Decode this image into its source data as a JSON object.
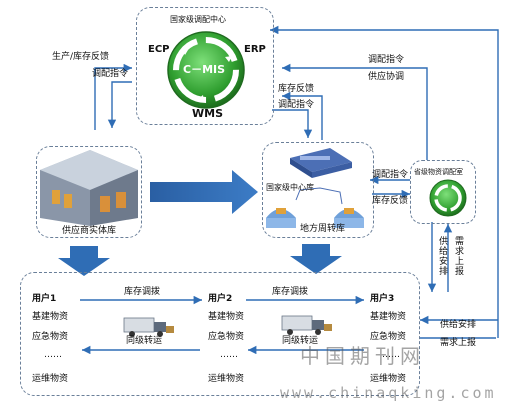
{
  "center": {
    "title": "国家级调配中心",
    "ecp": "ECP",
    "erp": "ERP",
    "cmis": "C－MIS",
    "wms": "WMS"
  },
  "supplier": {
    "label": "供应商实体库"
  },
  "national_box": {
    "title": "国家级中心库",
    "local_label": "地方周转库"
  },
  "provincial": {
    "title": "省级物资调配室"
  },
  "flows": {
    "prod_feedback": "生产/库存反馈",
    "dispatch_left": "调配指令",
    "dispatch_right_top": "调配指令",
    "supply_coord": "供应协调",
    "stock_feedback_mid": "库存反馈",
    "dispatch_mid": "调配指令",
    "dispatch_prov": "调配指令",
    "stock_feedback_prov": "库存反馈",
    "supply_arrange_v": "供给安排",
    "demand_report_v": "需求上报",
    "supply_arrange": "供给安排",
    "demand_report": "需求上报"
  },
  "users": [
    {
      "name": "用户1",
      "items": [
        "基建物资",
        "应急物资",
        "……",
        "运维物资"
      ]
    },
    {
      "name": "用户2",
      "items": [
        "基建物资",
        "应急物资",
        "……",
        "运维物资"
      ]
    },
    {
      "name": "用户3",
      "items": [
        "基建物资",
        "应急物资",
        "……",
        "运维物资"
      ]
    }
  ],
  "user_flows": {
    "inv1": "库存调拨",
    "inv2": "库存调拨",
    "trans1": "同级转运",
    "trans2": "同级转运"
  },
  "watermark": {
    "cn": "中国期刊网",
    "url": "www.chinaqking.com"
  },
  "colors": {
    "recycle_green": "#2f9e2f",
    "arrow_blue": "#2f6db5",
    "box_dash": "#6a7f99"
  }
}
